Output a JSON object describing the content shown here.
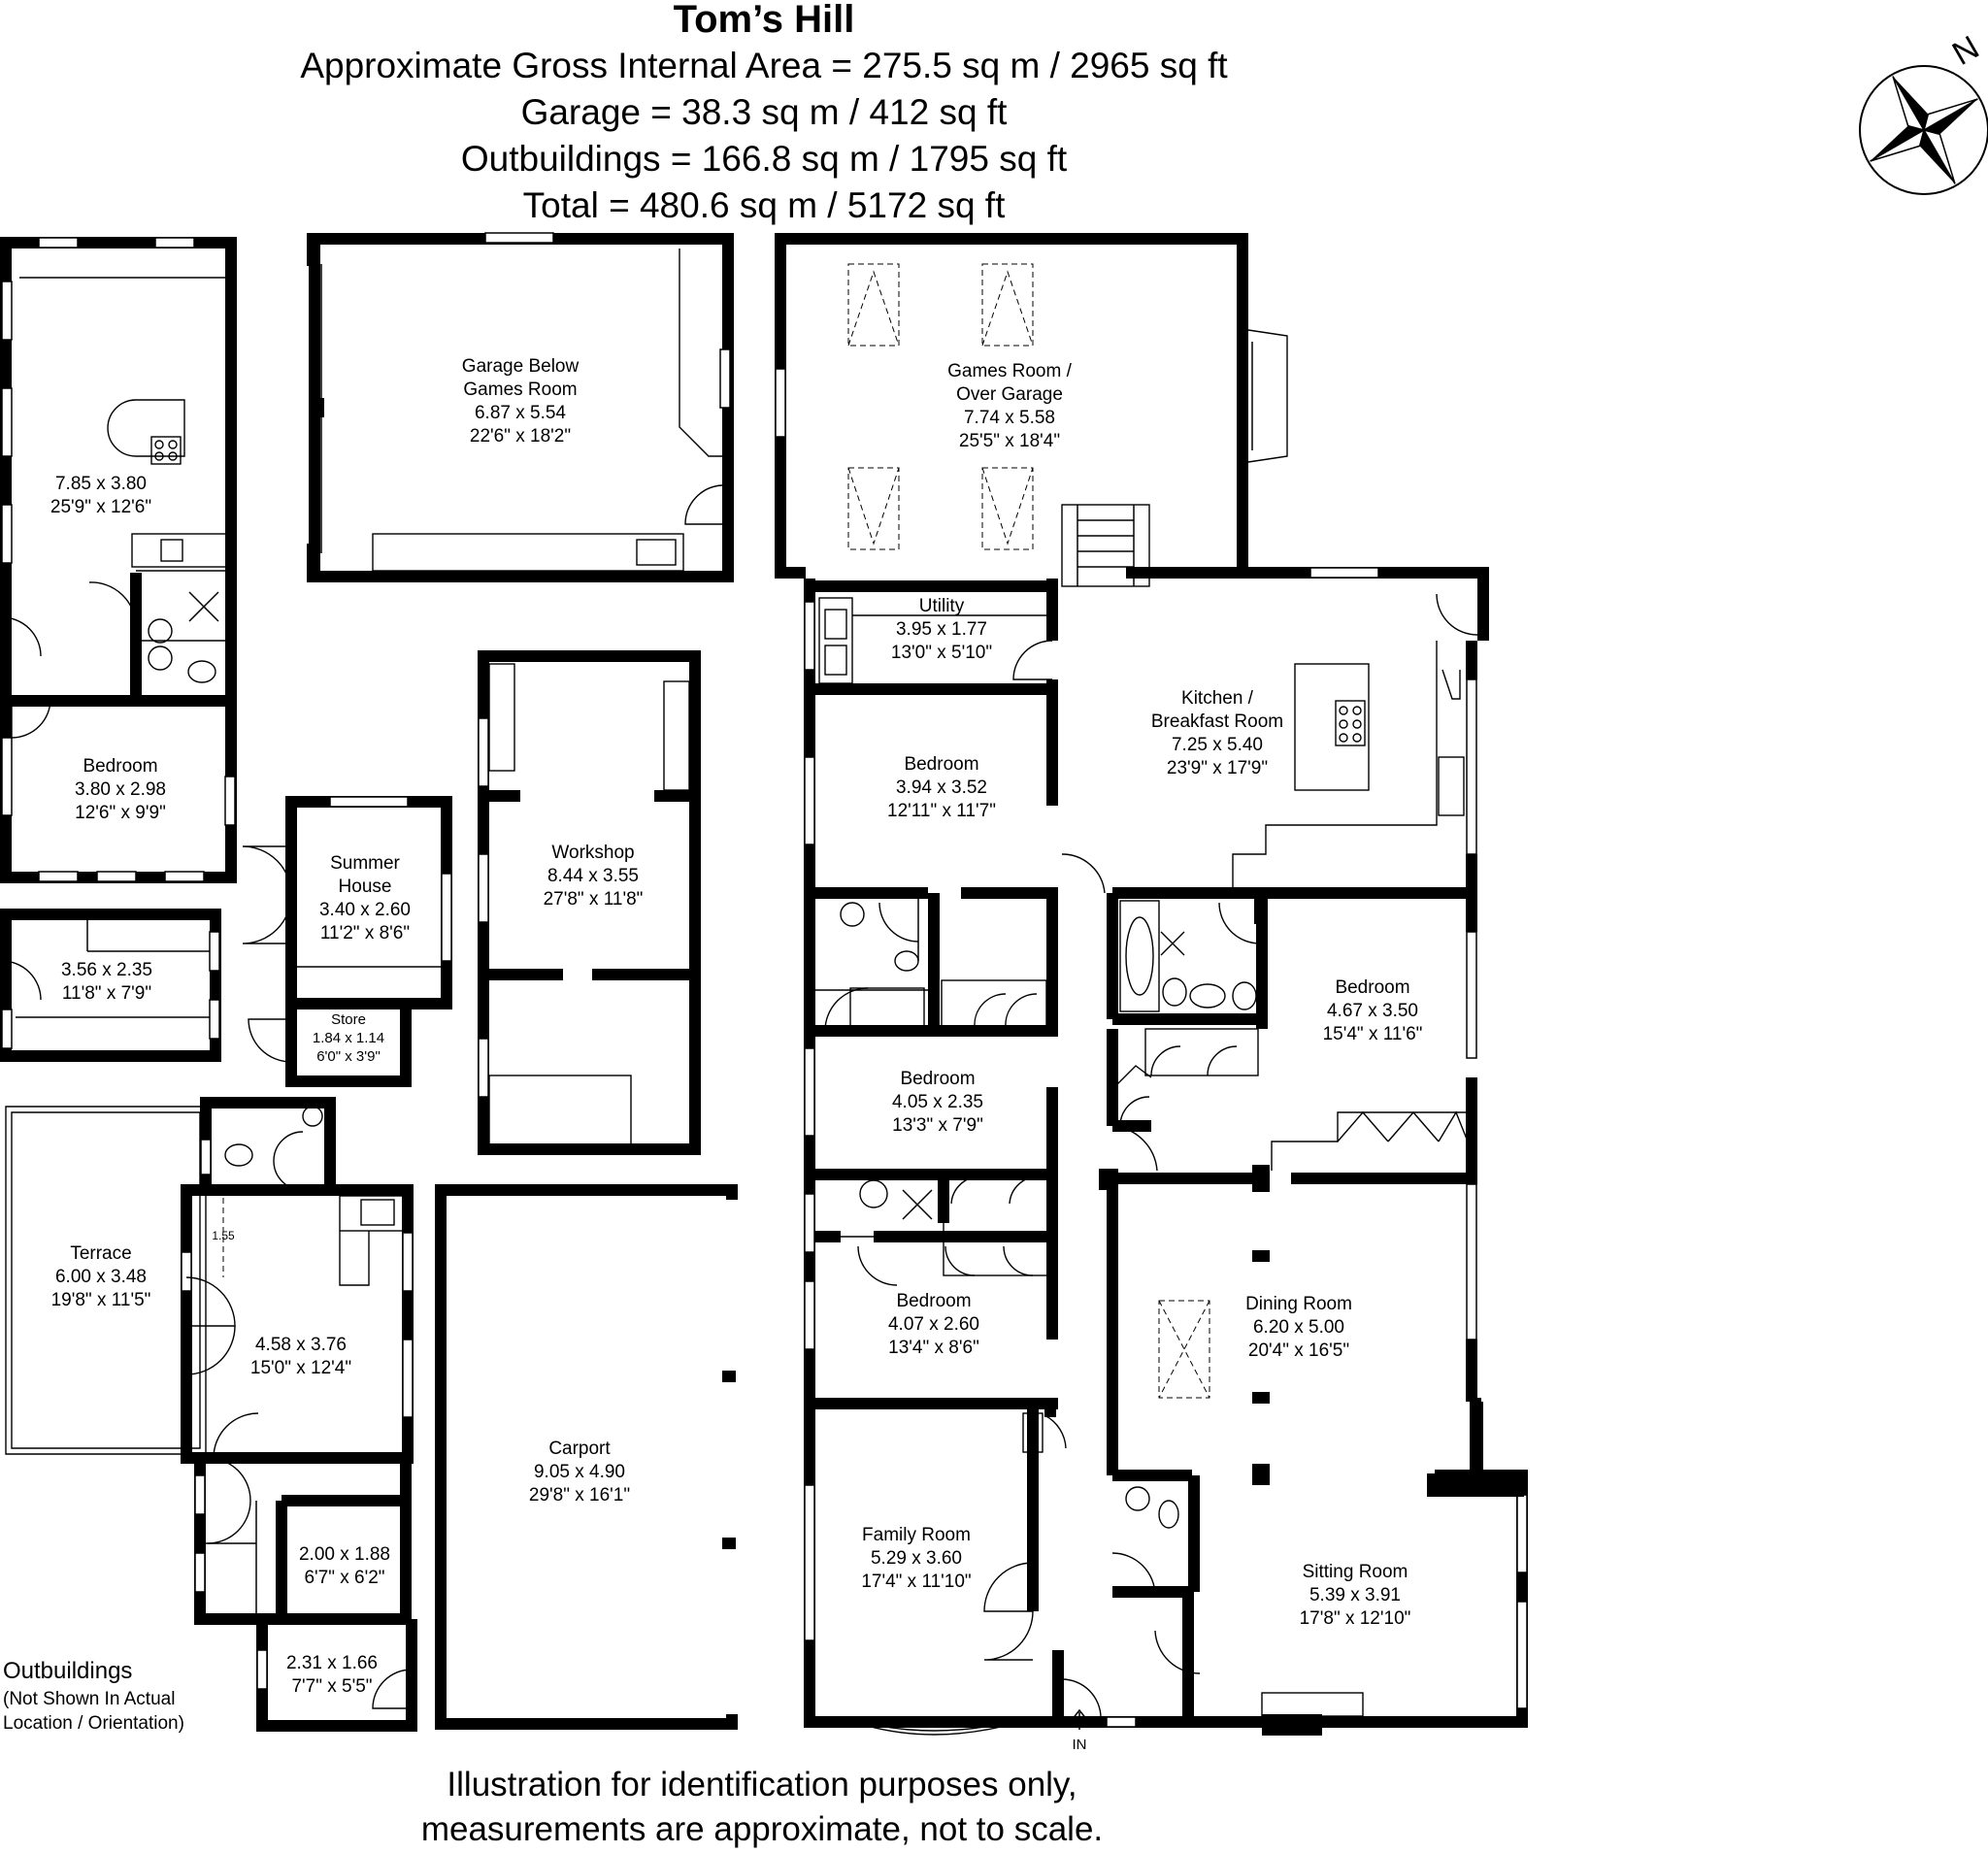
{
  "header": {
    "title": "Tom’s Hill",
    "line1": "Approximate Gross Internal Area = 275.5 sq m / 2965 sq ft",
    "line2": "Garage = 38.3 sq m / 412 sq ft",
    "line3": "Outbuildings = 166.8 sq m / 1795 sq ft",
    "line4": "Total = 480.6 sq m / 5172 sq ft"
  },
  "compass": {
    "label": "N"
  },
  "rooms": {
    "garage_below": {
      "l1": "Garage Below",
      "l2": "Games Room",
      "metric": "6.87 x 5.54",
      "imperial": "22'6\" x 18'2\""
    },
    "games_room": {
      "l1": "Games Room /",
      "l2": "Over Garage",
      "metric": "7.74 x 5.58",
      "imperial": "25'5\" x 18'4\""
    },
    "outbuilding_main": {
      "metric": "7.85 x 3.80",
      "imperial": "25'9\" x 12'6\""
    },
    "outbuilding_bedroom": {
      "name": "Bedroom",
      "metric": "3.80 x 2.98",
      "imperial": "12'6\" x 9'9\""
    },
    "outbuilding_small": {
      "metric": "3.56 x 2.35",
      "imperial": "11'8\" x 7'9\""
    },
    "summer_house": {
      "l1": "Summer",
      "l2": "House",
      "metric": "3.40 x 2.60",
      "imperial": "11'2\" x 8'6\""
    },
    "store": {
      "name": "Store",
      "metric": "1.84 x 1.14",
      "imperial": "6'0\" x 3'9\""
    },
    "workshop": {
      "name": "Workshop",
      "metric": "8.44 x 3.55",
      "imperial": "27'8\" x 11'8\""
    },
    "terrace": {
      "name": "Terrace",
      "metric": "6.00 x 3.48",
      "imperial": "19'8\" x 11'5\""
    },
    "outbuilding_room": {
      "metric": "4.58 x 3.76",
      "imperial": "15'0\" x 12'4\"",
      "dim": "1.55"
    },
    "outbuilding_a": {
      "metric": "2.00 x 1.88",
      "imperial": "6'7\" x 6'2\""
    },
    "outbuilding_b": {
      "metric": "2.31 x 1.66",
      "imperial": "7'7\" x 5'5\""
    },
    "carport": {
      "name": "Carport",
      "metric": "9.05 x 4.90",
      "imperial": "29'8\" x 16'1\""
    },
    "utility": {
      "name": "Utility",
      "metric": "3.95 x 1.77",
      "imperial": "13'0\" x 5'10\""
    },
    "kitchen": {
      "l1": "Kitchen /",
      "l2": "Breakfast Room",
      "metric": "7.25 x 5.40",
      "imperial": "23'9\" x 17'9\""
    },
    "bedroom1": {
      "name": "Bedroom",
      "metric": "3.94 x 3.52",
      "imperial": "12'11\" x 11'7\""
    },
    "bedroom2": {
      "name": "Bedroom",
      "metric": "4.67 x 3.50",
      "imperial": "15'4\" x 11'6\""
    },
    "bedroom3": {
      "name": "Bedroom",
      "metric": "4.05 x 2.35",
      "imperial": "13'3\" x 7'9\""
    },
    "bedroom4": {
      "name": "Bedroom",
      "metric": "4.07 x 2.60",
      "imperial": "13'4\" x 8'6\""
    },
    "dining": {
      "name": "Dining Room",
      "metric": "6.20 x 5.00",
      "imperial": "20'4\" x 16'5\""
    },
    "family": {
      "name": "Family Room",
      "metric": "5.29 x 3.60",
      "imperial": "17'4\" x 11'10\""
    },
    "sitting": {
      "name": "Sitting Room",
      "metric": "5.39 x 3.91",
      "imperial": "17'8\" x 12'10\""
    }
  },
  "entrance": {
    "label": "IN"
  },
  "outbuildings_note": {
    "title": "Outbuildings",
    "line1": "(Not Shown In Actual",
    "line2": "Location / Orientation)"
  },
  "footer": {
    "line1": "Illustration for identification purposes only,",
    "line2": "measurements are approximate, not to scale."
  }
}
